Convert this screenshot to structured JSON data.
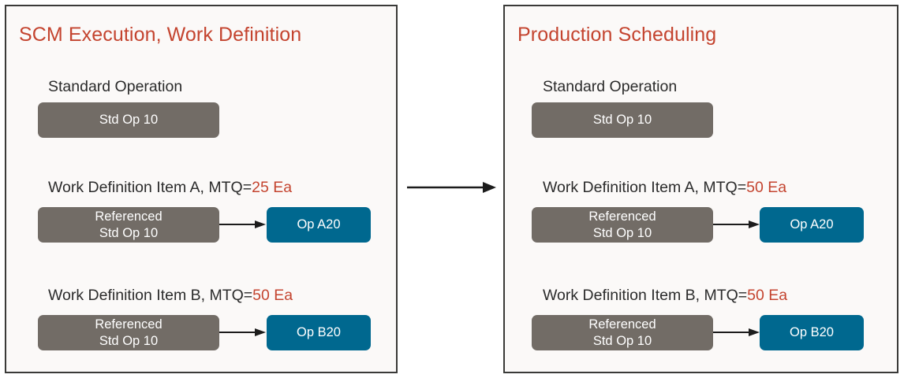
{
  "diagram": {
    "title_color": "#c4442f",
    "node_gray_color": "#726c66",
    "node_blue_color": "#00688f",
    "panel_background": "#fbf9f8",
    "panel_border_color": "#3a3a38"
  },
  "flow_arrow": {
    "name": "transition-arrow"
  },
  "panels": [
    {
      "id": "scm-execution",
      "title": "SCM Execution, Work Definition",
      "sections": [
        {
          "id": "standard-operation",
          "label_prefix": "Standard Operation",
          "label_value": "",
          "nodes": [
            {
              "id": "std-op-10",
              "type": "gray",
              "text": "Std Op 10"
            }
          ]
        },
        {
          "id": "work-definition-item-a",
          "label_prefix": "Work Definition Item A, MTQ=",
          "label_value": "25 Ea",
          "nodes": [
            {
              "id": "referenced-std-op-10-a",
              "type": "gray",
              "text": "Referenced\nStd Op 10"
            },
            {
              "id": "op-a20",
              "type": "blue",
              "text": "Op A20"
            }
          ]
        },
        {
          "id": "work-definition-item-b",
          "label_prefix": "Work Definition Item B, MTQ=",
          "label_value": "50 Ea",
          "nodes": [
            {
              "id": "referenced-std-op-10-b",
              "type": "gray",
              "text": "Referenced\nStd Op 10"
            },
            {
              "id": "op-b20",
              "type": "blue",
              "text": "Op B20"
            }
          ]
        }
      ]
    },
    {
      "id": "production-scheduling",
      "title": "Production Scheduling",
      "sections": [
        {
          "id": "standard-operation",
          "label_prefix": "Standard Operation",
          "label_value": "",
          "nodes": [
            {
              "id": "std-op-10",
              "type": "gray",
              "text": "Std Op 10"
            }
          ]
        },
        {
          "id": "work-definition-item-a",
          "label_prefix": "Work Definition Item A, MTQ=",
          "label_value": "50 Ea",
          "nodes": [
            {
              "id": "referenced-std-op-10-a",
              "type": "gray",
              "text": "Referenced\nStd Op 10"
            },
            {
              "id": "op-a20",
              "type": "blue",
              "text": "Op A20"
            }
          ]
        },
        {
          "id": "work-definition-item-b",
          "label_prefix": "Work Definition Item B, MTQ=",
          "label_value": "50 Ea",
          "nodes": [
            {
              "id": "referenced-std-op-10-b",
              "type": "gray",
              "text": "Referenced\nStd Op 10"
            },
            {
              "id": "op-b20",
              "type": "blue",
              "text": "Op B20"
            }
          ]
        }
      ]
    }
  ]
}
